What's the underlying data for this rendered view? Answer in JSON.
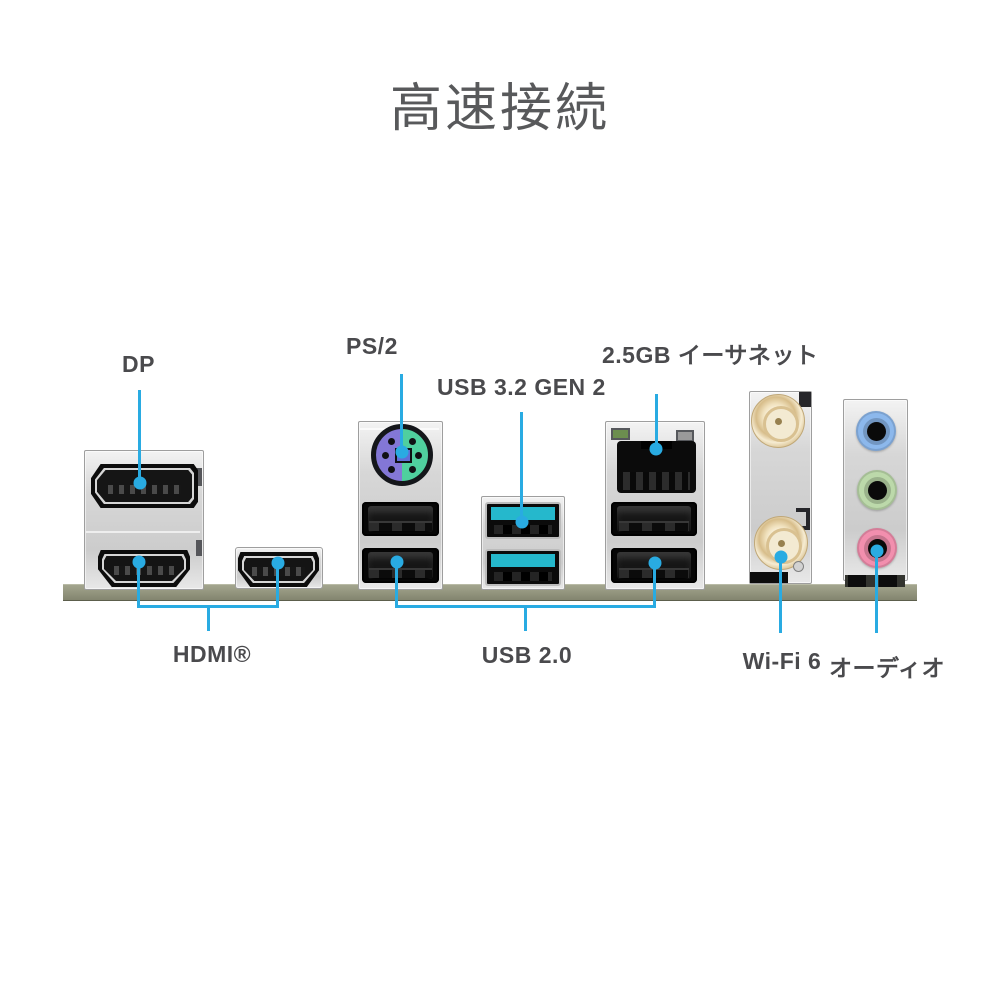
{
  "title": "高速接続",
  "callouts": {
    "dp": {
      "label": "DP"
    },
    "ps2": {
      "label": "PS/2"
    },
    "usb32": {
      "label": "USB 3.2 GEN 2"
    },
    "ethernet": {
      "label": "2.5GB イーサネット"
    },
    "hdmi": {
      "label": "HDMI®"
    },
    "usb20": {
      "label": "USB 2.0"
    },
    "wifi": {
      "label": "Wi-Fi 6"
    },
    "audio": {
      "label": "オーディオ"
    }
  },
  "colors": {
    "accent": "#29abe2",
    "title_text": "#58595b",
    "label_text": "#4a4a4d",
    "pcb": "#8d8f7b",
    "usb3_teal": "#25b8cc",
    "ps2_purple": "#8377d6",
    "ps2_green": "#4fcf9e",
    "eth_led_green": "#6c8e4f",
    "eth_led_gray": "#9a9a9a",
    "wifi_gold": "#e9d6ae",
    "audio_line_in": "#8cb8ec",
    "audio_line_out": "#bcd9aa",
    "audio_mic": "#f28fae"
  }
}
